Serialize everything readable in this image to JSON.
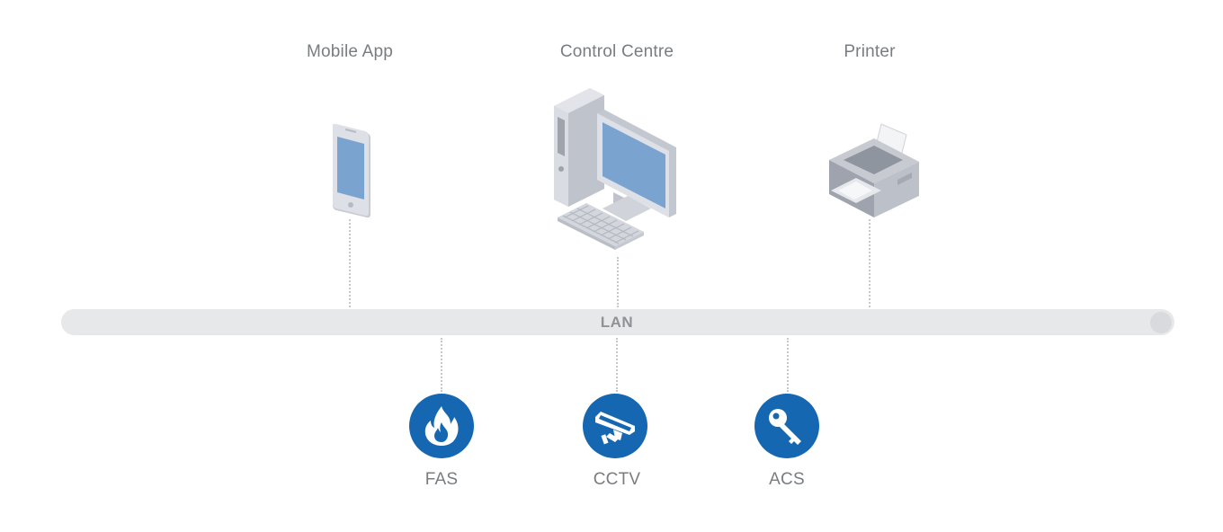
{
  "diagram": {
    "devices": [
      {
        "id": "mobile",
        "label": "Mobile App",
        "icon": "mobile-phone-icon"
      },
      {
        "id": "control",
        "label": "Control Centre",
        "icon": "desktop-computer-icon"
      },
      {
        "id": "printer",
        "label": "Printer",
        "icon": "printer-icon"
      }
    ],
    "network": {
      "label": "LAN"
    },
    "systems": [
      {
        "id": "fas",
        "label": "FAS",
        "icon": "fire-icon"
      },
      {
        "id": "cctv",
        "label": "CCTV",
        "icon": "cctv-camera-icon"
      },
      {
        "id": "acs",
        "label": "ACS",
        "icon": "key-icon"
      }
    ],
    "colors": {
      "system_badge": "#1467b0",
      "screen": "#7aa3cf",
      "device_body": "#d5d8de",
      "bus": "#e7e8ea",
      "label_text": "#7a7d80"
    }
  }
}
